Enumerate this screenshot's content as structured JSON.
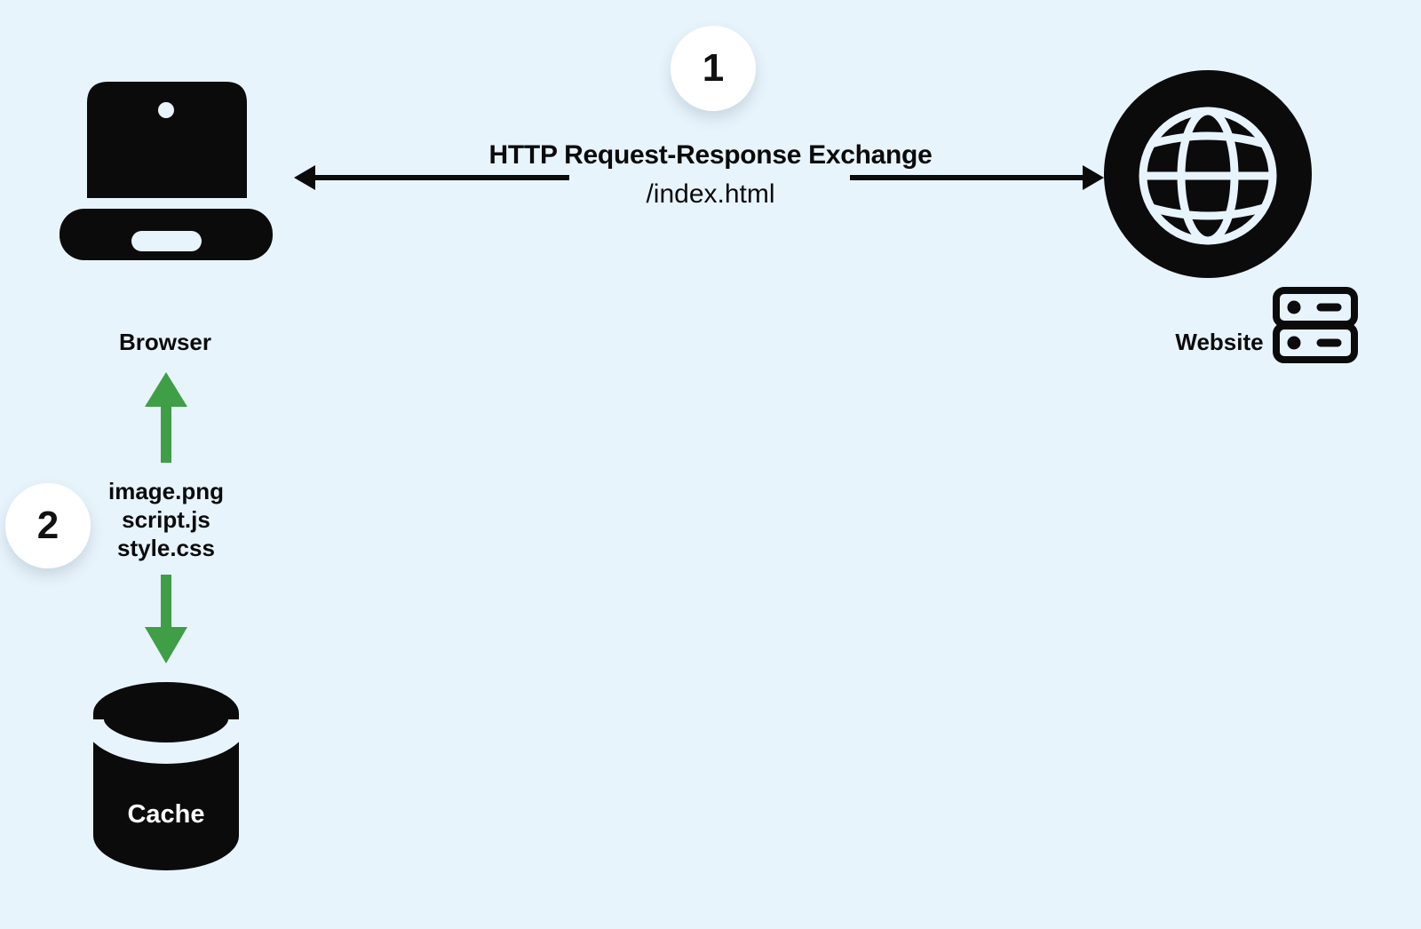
{
  "colors": {
    "background": "#E8F4FC",
    "ink": "#0B0B0C",
    "green": "#3F9E46",
    "badge_bg": "#FFFFFF",
    "badge_text": "#111111",
    "cache_label": "#FFFFFF"
  },
  "badges": {
    "step1": "1",
    "step2": "2"
  },
  "exchange": {
    "title": "HTTP Request-Response Exchange",
    "resource": "/index.html"
  },
  "nodes": {
    "browser": "Browser",
    "website": "Website",
    "cache": "Cache"
  },
  "cached_files": [
    "image.png",
    "script.js",
    "style.css"
  ]
}
